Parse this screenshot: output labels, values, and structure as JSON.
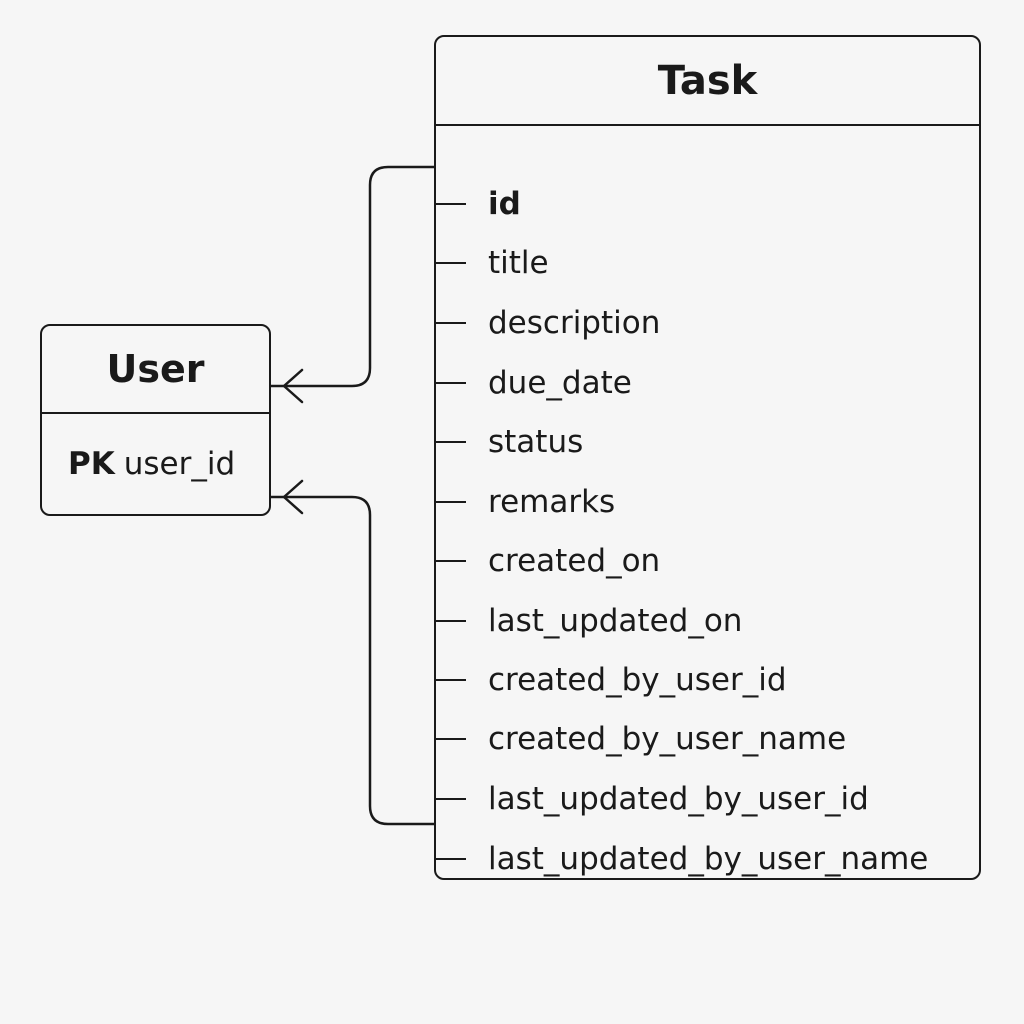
{
  "entities": {
    "user": {
      "name": "User",
      "pk_prefix": "PK",
      "pk_field": "user_id"
    },
    "task": {
      "name": "Task",
      "fields": [
        {
          "name": "id"
        },
        {
          "name": "title"
        },
        {
          "name": "description"
        },
        {
          "name": "due_date"
        },
        {
          "name": "status"
        },
        {
          "name": "remarks"
        },
        {
          "name": "created_on"
        },
        {
          "name": "last_updated_on"
        },
        {
          "name": "created_by_user_id"
        },
        {
          "name": "created_by_user_name"
        },
        {
          "name": "last_updated_by_user_id"
        },
        {
          "name": "last_updated_by_user_name"
        }
      ]
    }
  },
  "relationships": [
    {
      "from": "Task.id",
      "to": "User",
      "notation": "crow-foot"
    },
    {
      "from": "Task.last_updated_by_user_name",
      "to": "User",
      "notation": "crow-foot"
    }
  ],
  "colors": {
    "background": "#f6f6f6",
    "stroke": "#1a1a1a"
  }
}
